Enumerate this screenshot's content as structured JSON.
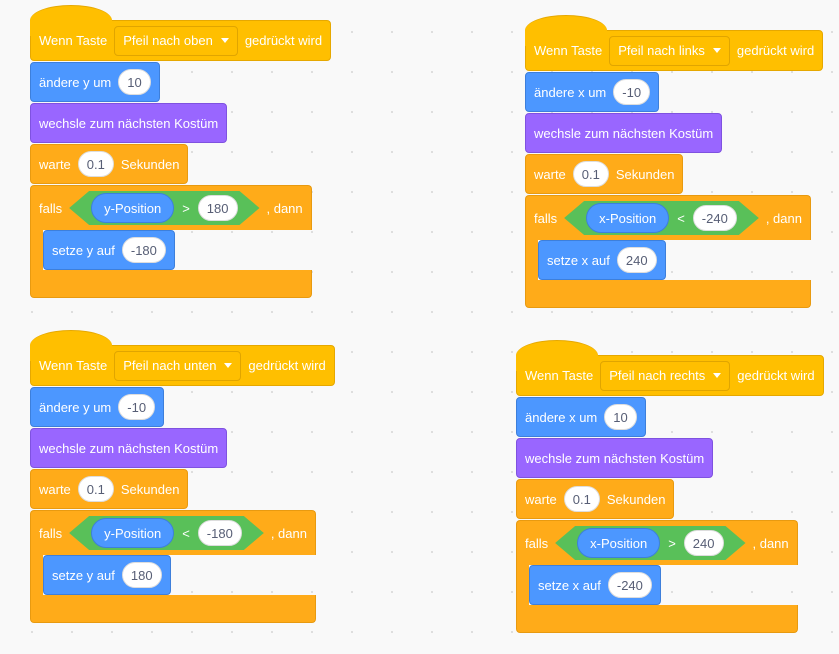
{
  "colors": {
    "events": "#ffbf00",
    "control": "#ffab19",
    "motion": "#4c97ff",
    "looks": "#9966ff",
    "operators": "#59c059"
  },
  "scripts": [
    {
      "hat": {
        "pre": "Wenn Taste",
        "key": "Pfeil nach oben",
        "post": "gedrückt wird"
      },
      "move": {
        "label": "ändere y um",
        "value": "10"
      },
      "looks": {
        "label": "wechsle zum nächsten Kostüm"
      },
      "wait": {
        "label": "warte",
        "value": "0.1",
        "unit": "Sekunden"
      },
      "if": {
        "label": "falls",
        "reporter": "y-Position",
        "op": ">",
        "value": "180",
        "then": ", dann"
      },
      "set": {
        "label": "setze y auf",
        "value": "-180"
      }
    },
    {
      "hat": {
        "pre": "Wenn Taste",
        "key": "Pfeil nach links",
        "post": "gedrückt wird"
      },
      "move": {
        "label": "ändere x um",
        "value": "-10"
      },
      "looks": {
        "label": "wechsle zum nächsten Kostüm"
      },
      "wait": {
        "label": "warte",
        "value": "0.1",
        "unit": "Sekunden"
      },
      "if": {
        "label": "falls",
        "reporter": "x-Position",
        "op": "<",
        "value": "-240",
        "then": ", dann"
      },
      "set": {
        "label": "setze x auf",
        "value": "240"
      }
    },
    {
      "hat": {
        "pre": "Wenn Taste",
        "key": "Pfeil nach unten",
        "post": "gedrückt wird"
      },
      "move": {
        "label": "ändere y um",
        "value": "-10"
      },
      "looks": {
        "label": "wechsle zum nächsten Kostüm"
      },
      "wait": {
        "label": "warte",
        "value": "0.1",
        "unit": "Sekunden"
      },
      "if": {
        "label": "falls",
        "reporter": "y-Position",
        "op": "<",
        "value": "-180",
        "then": ", dann"
      },
      "set": {
        "label": "setze y auf",
        "value": "180"
      }
    },
    {
      "hat": {
        "pre": "Wenn Taste",
        "key": "Pfeil nach rechts",
        "post": "gedrückt wird"
      },
      "move": {
        "label": "ändere x um",
        "value": "10"
      },
      "looks": {
        "label": "wechsle zum nächsten Kostüm"
      },
      "wait": {
        "label": "warte",
        "value": "0.1",
        "unit": "Sekunden"
      },
      "if": {
        "label": "falls",
        "reporter": "x-Position",
        "op": ">",
        "value": "240",
        "then": ", dann"
      },
      "set": {
        "label": "setze x auf",
        "value": "-240"
      }
    }
  ]
}
